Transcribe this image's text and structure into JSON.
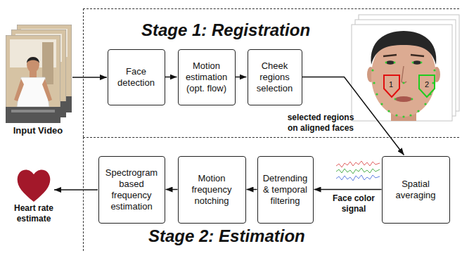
{
  "diagram": {
    "nodes": [
      {
        "text": [
          "Stage 1: Registration"
        ]
      },
      {
        "text": [
          "Face detection"
        ],
        "in": 0
      },
      {
        "text": [
          "Motion estimation (opt. flow)"
        ],
        "in": 0
      },
      {
        "text": [
          "Cheek regions selection"
        ],
        "in": 0
      },
      {
        "text": [
          "Stage 2: Estimation"
        ]
      },
      {
        "text": [
          "Spatial averaging"
        ],
        "in": 4
      },
      {
        "text": [
          "Detrending & temporal filtering"
        ],
        "in": 4
      },
      {
        "text": [
          "Motion frequency notching"
        ],
        "in": 4
      },
      {
        "text": [
          "Spectrogram based frequency estimation"
        ],
        "in": 4
      }
    ],
    "edges": [
      {
        "from": 1,
        "to": 2,
        "arrow": "to"
      },
      {
        "from": 2,
        "to": 3,
        "arrow": "to"
      },
      {
        "from": 3,
        "to": 5,
        "label": "selected regions on aligned faces",
        "arrow": "to"
      },
      {
        "from": 5,
        "to": 6,
        "label": "Face color signal",
        "arrow": "to"
      },
      {
        "from": 6,
        "to": 7,
        "arrow": "to"
      },
      {
        "from": 7,
        "to": 8,
        "arrow": "to"
      }
    ],
    "labels": [
      "Input Video",
      "1",
      "2",
      "Heart rate estimate"
    ]
  }
}
